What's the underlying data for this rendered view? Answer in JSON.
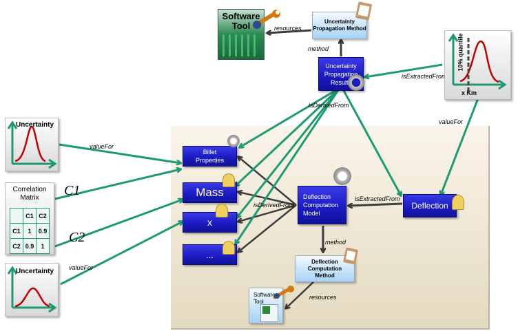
{
  "nodes": {
    "software_tool_top": {
      "label_line1": "Software",
      "label_line2": "Tool"
    },
    "uncertainty_propagation_method": {
      "label": "Uncertainty Propagation Method"
    },
    "uncertainty_propagation_results": {
      "label_line1": "Uncertainty",
      "label_line2": "Propagation",
      "label_line3": "Results"
    },
    "quantile_chart": {
      "axis_label": "x Km",
      "vertical_label": "10% quantile"
    },
    "uncertainty_1": {
      "label": "Uncertainty"
    },
    "uncertainty_2": {
      "label": "Uncertainty"
    },
    "correlation_matrix": {
      "title_line1": "Correlation",
      "title_line2": "Matrix",
      "header": [
        "",
        "C1",
        "C2"
      ],
      "rows": [
        [
          "C1",
          "1",
          "0.9"
        ],
        [
          "C2",
          "0.9",
          "1"
        ]
      ]
    },
    "billet_properties": {
      "label_line1": "Billet",
      "label_line2": "Properties"
    },
    "mass": {
      "label": "Mass"
    },
    "x": {
      "label": "x"
    },
    "ellipsis": {
      "label": "..."
    },
    "deflection_computation_model": {
      "label_line1": "Deflection",
      "label_line2": "Computation",
      "label_line3": "Model"
    },
    "deflection": {
      "label": "Deflection"
    },
    "deflection_computation_method": {
      "label_line1": "Deflection",
      "label_line2": "Computation",
      "label_line3": "Method"
    },
    "software_tool_bottom": {
      "label_line1": "Software",
      "label_line2": "Tool"
    }
  },
  "edge_labels": {
    "resources_top": "resources",
    "method_top": "method",
    "is_extracted_from_top": "isExtractedFrom",
    "is_derived_from_top": "isDerivedFrom",
    "value_for_right": "valueFor",
    "value_for_left_top": "valueFor",
    "value_for_left_bottom": "valueFor",
    "c1": "C1",
    "c2": "C2",
    "is_derived_from_mid": "isDerivedFrom",
    "is_extracted_from_mid": "isExtractedFrom",
    "method_bottom": "method",
    "resources_bottom": "resources"
  },
  "colors": {
    "green_edge": "#1e9a72",
    "dark_edge": "#3c3c3c",
    "node_blue": "#1a1ac0",
    "curve_red": "#c00000"
  }
}
